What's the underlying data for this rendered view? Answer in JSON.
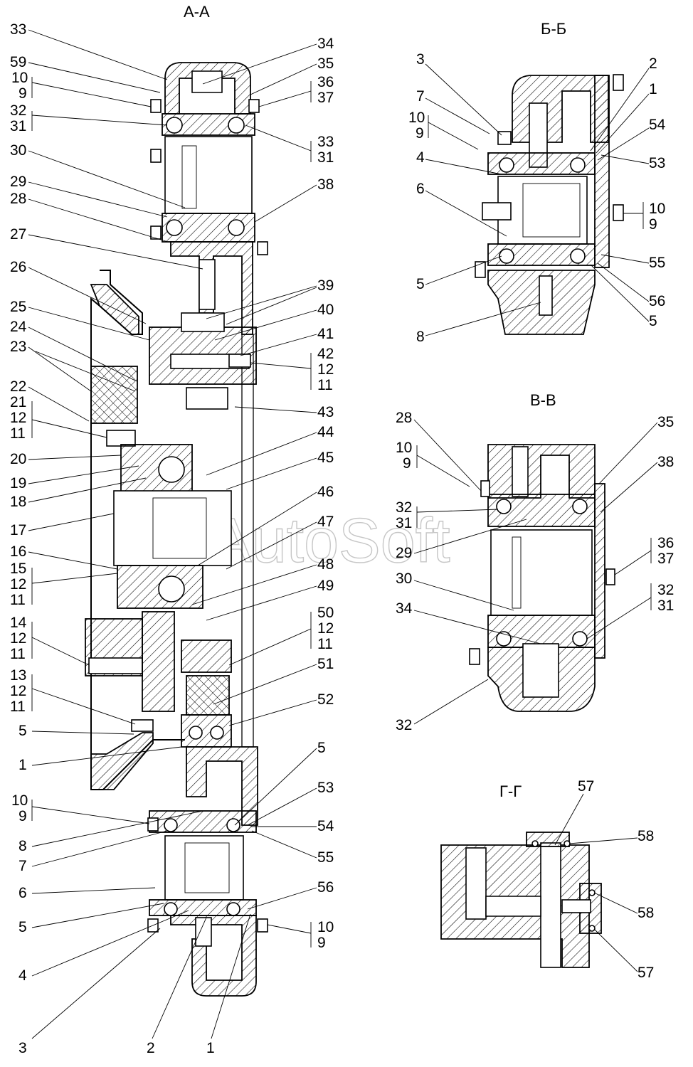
{
  "section_titles": {
    "aa": "А-А",
    "bb": "Б-Б",
    "vv": "В-В",
    "gg": "Г-Г"
  },
  "watermark": "AutoSoft",
  "aa_labels_left": [
    "33",
    "59",
    "10",
    "9",
    "32",
    "31",
    "30",
    "29",
    "28",
    "27",
    "26",
    "25",
    "24",
    "23",
    "22",
    "21",
    "12",
    "11",
    "20",
    "19",
    "18",
    "17",
    "16",
    "15",
    "12",
    "11",
    "14",
    "12",
    "11",
    "13",
    "12",
    "11",
    "5",
    "1",
    "10",
    "9",
    "8",
    "7",
    "6",
    "5",
    "4",
    "3"
  ],
  "aa_labels_right": [
    "34",
    "35",
    "36",
    "37",
    "33",
    "31",
    "38",
    "39",
    "40",
    "41",
    "42",
    "12",
    "11",
    "43",
    "44",
    "45",
    "46",
    "47",
    "48",
    "49",
    "50",
    "12",
    "11",
    "51",
    "52",
    "5",
    "53",
    "54",
    "55",
    "56",
    "10",
    "9"
  ],
  "aa_labels_bottom": [
    "2",
    "1"
  ],
  "bb_labels": [
    "3",
    "7",
    "10",
    "9",
    "4",
    "6",
    "5",
    "8",
    "2",
    "1",
    "54",
    "53",
    "10",
    "9",
    "55",
    "56",
    "5"
  ],
  "vv_labels": [
    "28",
    "10",
    "9",
    "32",
    "31",
    "29",
    "30",
    "34",
    "32",
    "35",
    "38",
    "36",
    "37",
    "32",
    "31"
  ],
  "gg_labels": [
    "57",
    "58",
    "58",
    "57"
  ]
}
